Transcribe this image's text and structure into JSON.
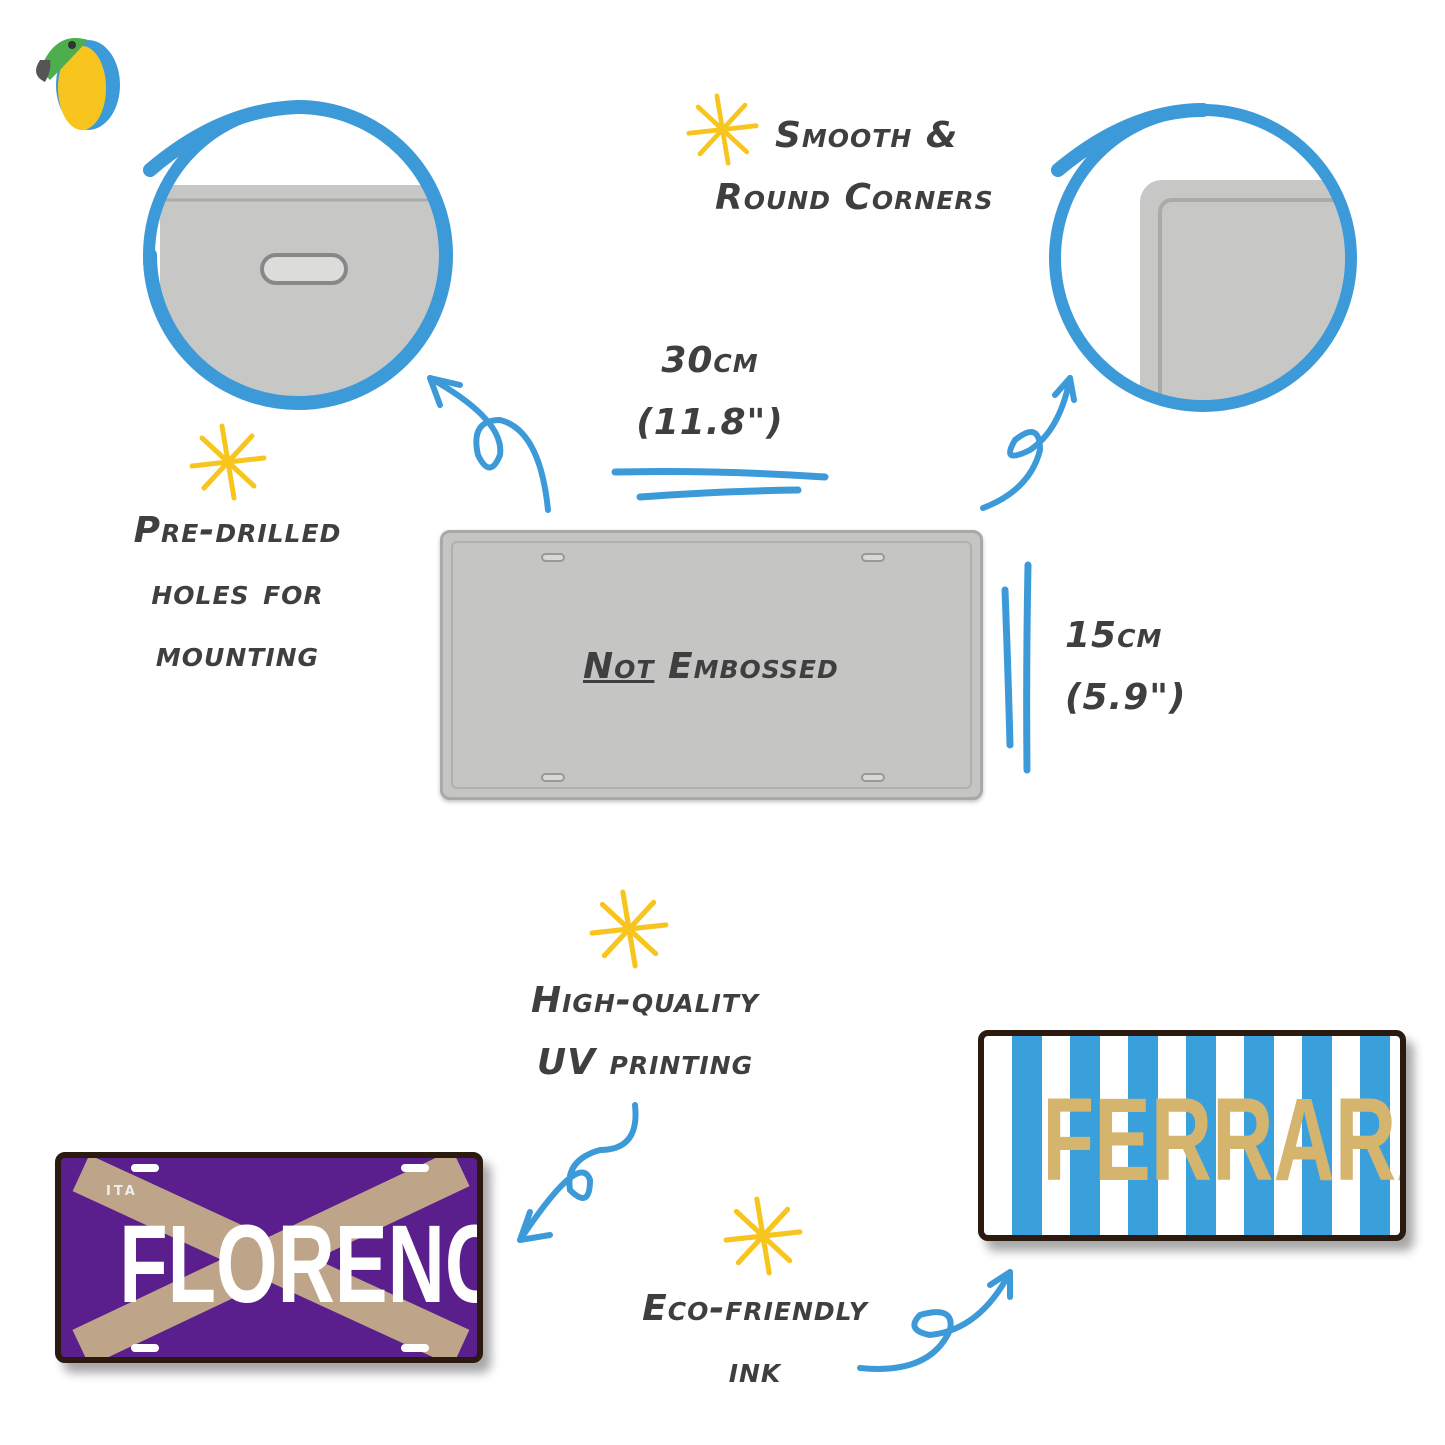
{
  "logo": {
    "name": "parrot-logo"
  },
  "labels": {
    "holes": [
      "Pre-drilled",
      "holes for",
      "mounting"
    ],
    "corners": [
      "Smooth &",
      "Round Corners"
    ],
    "width": [
      "30cm",
      "(11.8\")"
    ],
    "height": [
      "15cm",
      "(5.9\")"
    ],
    "embossed_prefix": "Not",
    "embossed_suffix": "Embossed",
    "printing": [
      "High-quality",
      "UV printing"
    ],
    "ink": [
      "Eco-friendly",
      "ink"
    ]
  },
  "samples": {
    "florence": {
      "country": "ITA",
      "name": "FLORENCE"
    },
    "ferrara": {
      "name": "FERRARA"
    }
  },
  "colors": {
    "accent_blue": "#3d9ad9",
    "star_yellow": "#f7c51e",
    "text": "#3f3f3f",
    "plate_gray": "#c5c5c3"
  }
}
